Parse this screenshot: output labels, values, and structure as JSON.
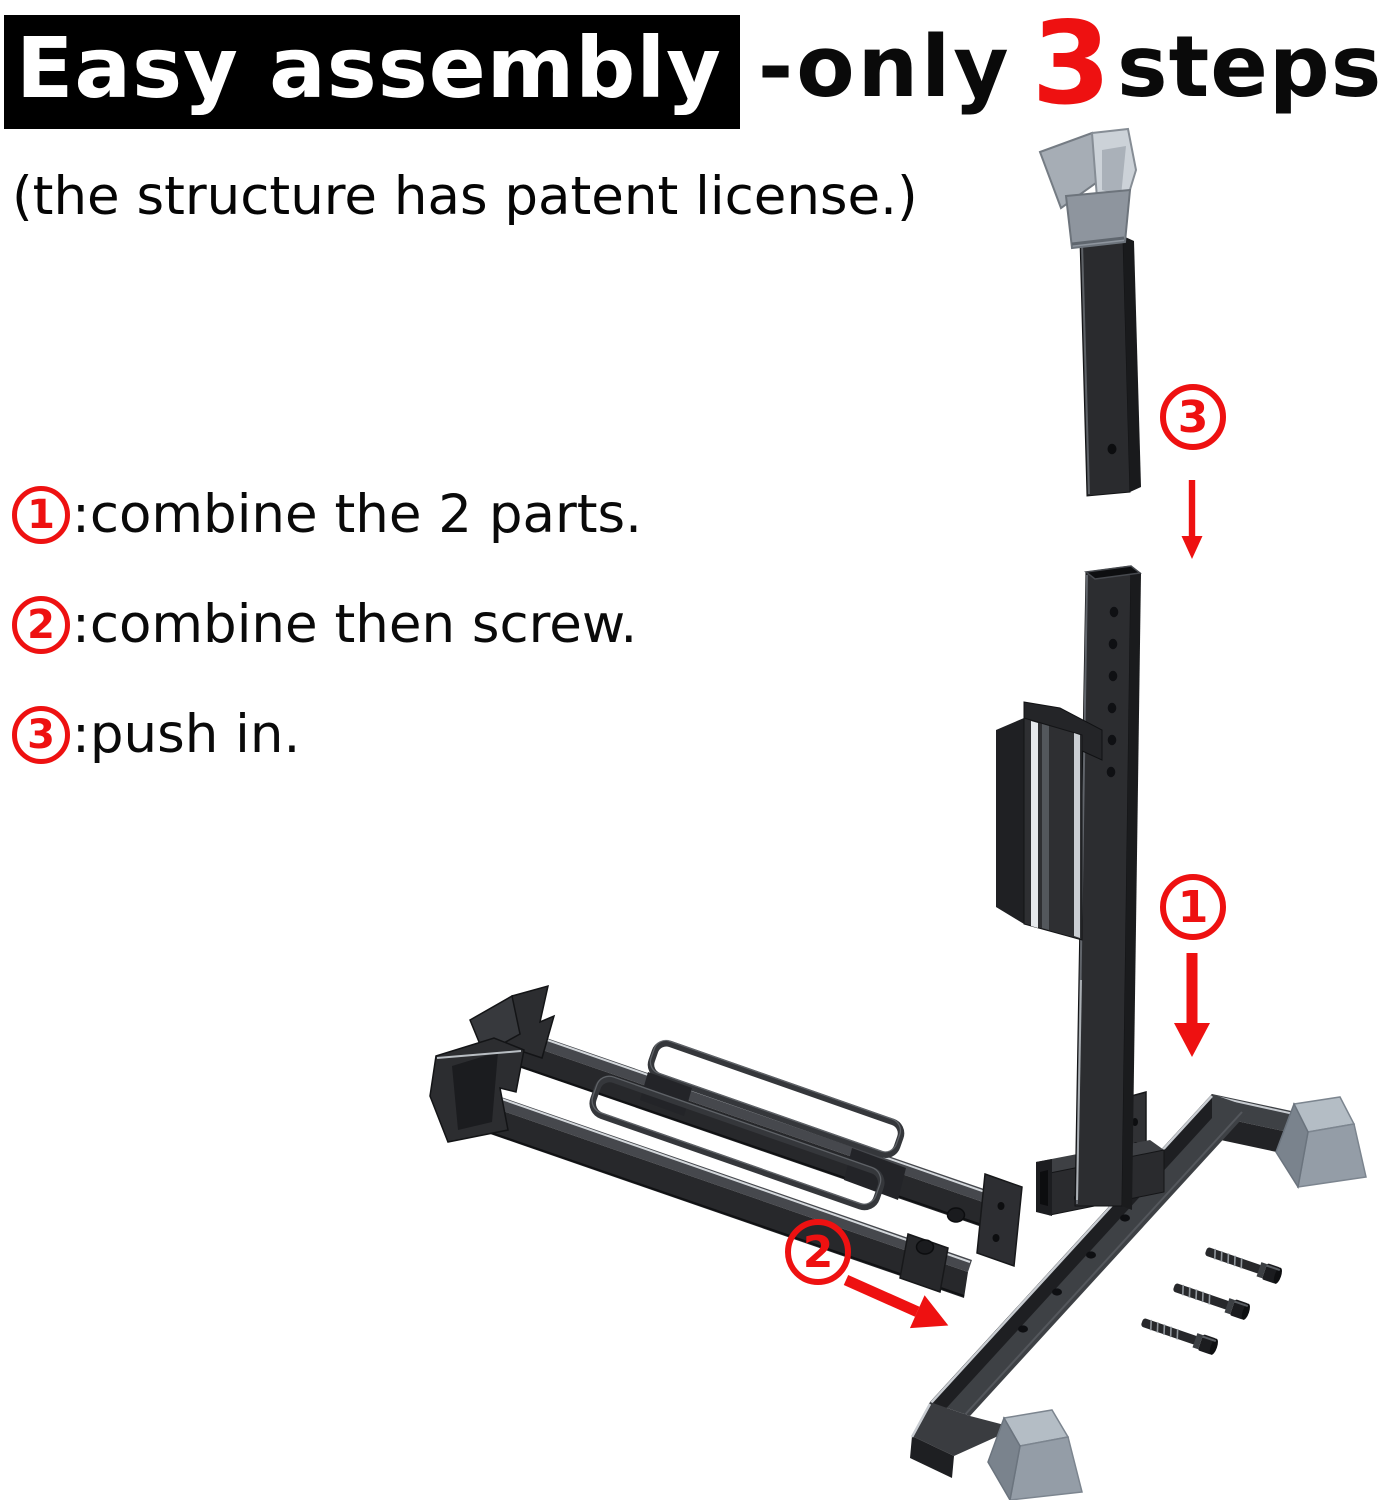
{
  "title": {
    "highlighted": "Easy assembly",
    "dash_word": "-only",
    "count": "3",
    "suffix": "steps."
  },
  "subtitle": "(the structure has patent license.)",
  "steps": [
    {
      "num": "1",
      "text": ":combine the 2 parts."
    },
    {
      "num": "2",
      "text": ":combine then screw."
    },
    {
      "num": "3",
      "text": ":push in."
    }
  ],
  "annotations": {
    "step1": "1",
    "step2": "2",
    "step3": "3"
  },
  "colors": {
    "accent_red": "#ee1111",
    "title_bg": "#000000",
    "title_fg": "#ffffff",
    "text": "#0a0a0a",
    "metal_dark": "#2c2d30",
    "metal_top_face": "#3e4145",
    "metal_edge_highlight": "#d3d7db",
    "silver_hook": "#ccd2d8",
    "rubber_foot_gray": "#949da7"
  }
}
